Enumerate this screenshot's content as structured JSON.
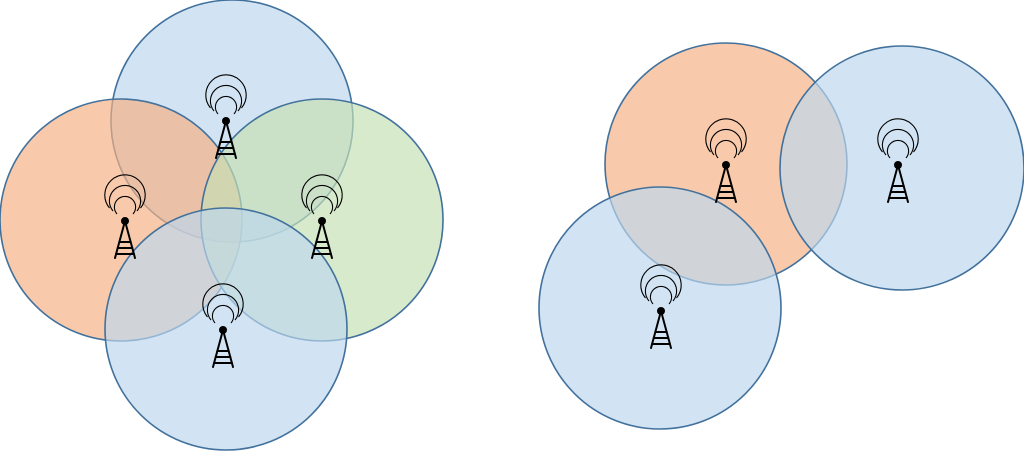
{
  "colors": {
    "blue": "#bdd7ee",
    "orange": "#f4b183",
    "green": "#c5e0b4",
    "stroke": "#41719c",
    "tower": "#000000"
  },
  "diagrams": [
    {
      "name": "dense-coverage",
      "towers": [
        {
          "id": "top",
          "color": "blue"
        },
        {
          "id": "left",
          "color": "orange"
        },
        {
          "id": "right",
          "color": "green"
        },
        {
          "id": "bottom",
          "color": "blue"
        }
      ]
    },
    {
      "name": "sparse-coverage",
      "towers": [
        {
          "id": "center",
          "color": "orange"
        },
        {
          "id": "right",
          "color": "blue"
        },
        {
          "id": "bottom",
          "color": "blue"
        }
      ]
    }
  ]
}
